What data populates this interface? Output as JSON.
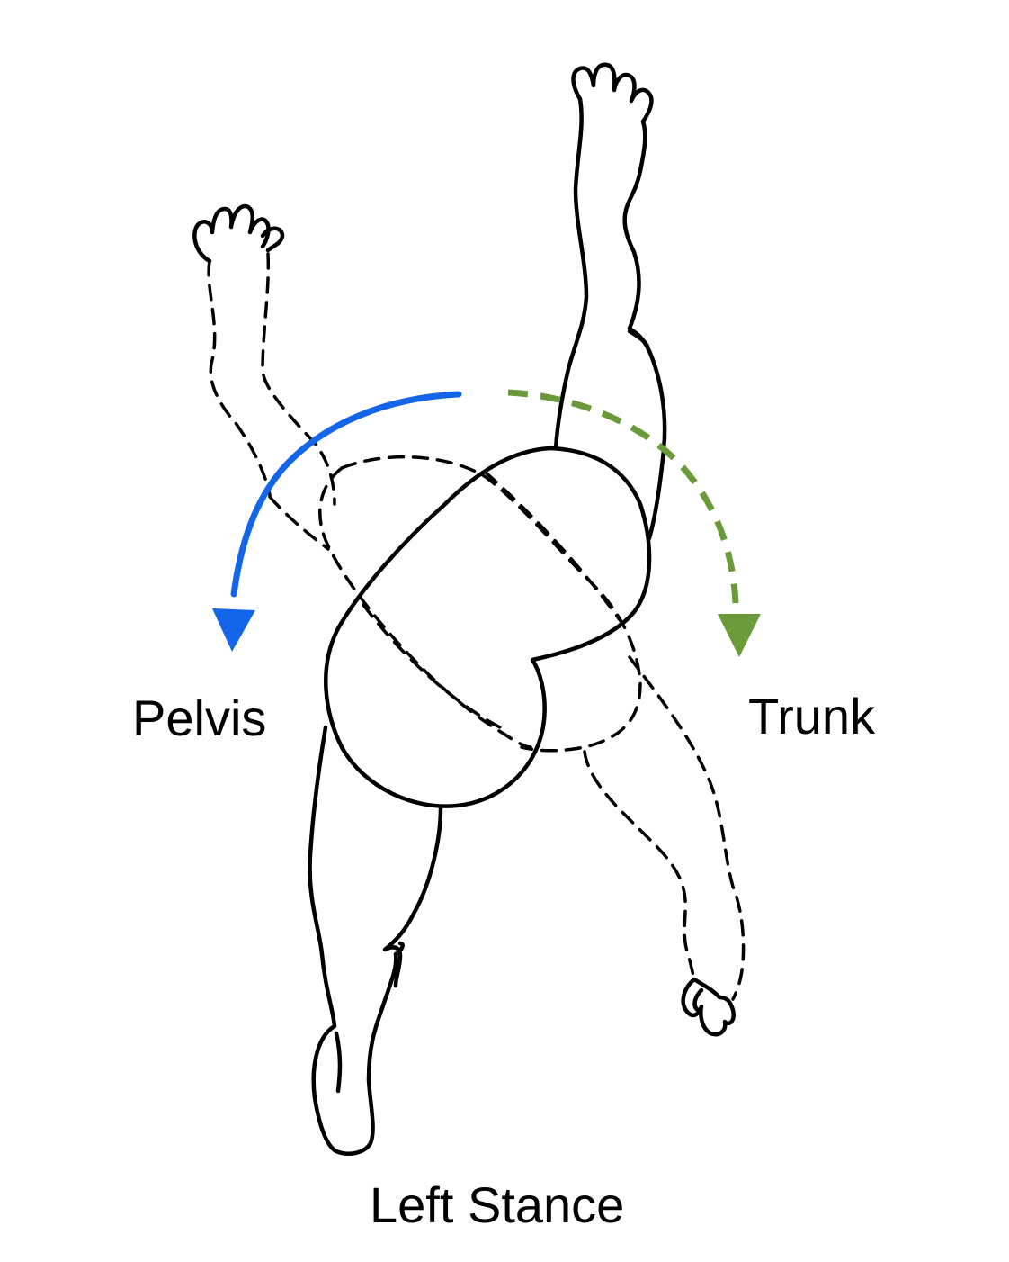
{
  "labels": {
    "pelvis": "Pelvis",
    "trunk": "Trunk",
    "stance": "Left Stance"
  },
  "colors": {
    "pelvis_arrow": "#1565e8",
    "trunk_arrow": "#6a9a3a",
    "outline": "#000000",
    "background": "#ffffff"
  },
  "icons": {
    "pelvis_arrow": "curved-arrow-counterclockwise-icon",
    "trunk_arrow": "curved-dashed-arrow-clockwise-icon"
  }
}
